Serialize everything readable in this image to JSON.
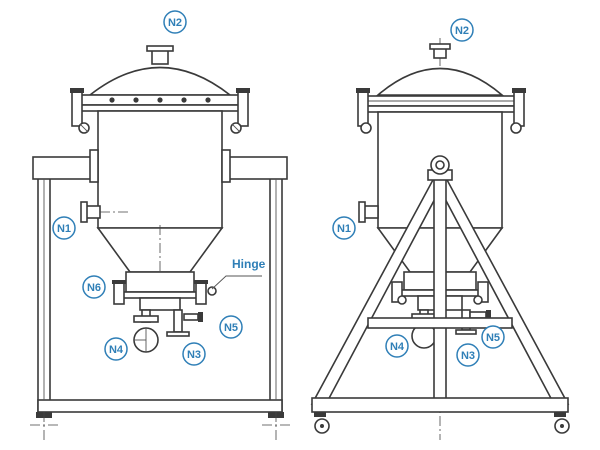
{
  "accent_color": "#2f7fb7",
  "line_color": "#3a3a3a",
  "callout": {
    "hinge": "Hinge"
  },
  "front_view": {
    "labels": {
      "n1": "N1",
      "n2": "N2",
      "n3": "N3",
      "n4": "N4",
      "n5": "N5",
      "n6": "N6"
    }
  },
  "side_view": {
    "labels": {
      "n1": "N1",
      "n2": "N2",
      "n3": "N3",
      "n4": "N4",
      "n5": "N5"
    }
  }
}
